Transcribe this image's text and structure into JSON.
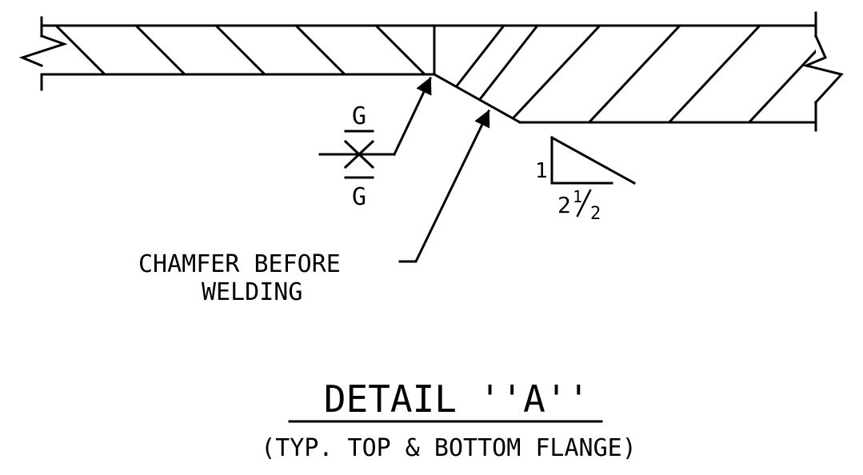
{
  "weld_symbol": {
    "top_label": "G",
    "bottom_label": "G"
  },
  "slope": {
    "rise": "1",
    "run_whole": "2",
    "run_num": "1",
    "run_den": "2"
  },
  "callout": {
    "line1": "CHAMFER BEFORE",
    "line2": "WELDING"
  },
  "title": {
    "main": "DETAIL ''A''",
    "subtitle": "(TYP. TOP & BOTTOM FLANGE)"
  }
}
